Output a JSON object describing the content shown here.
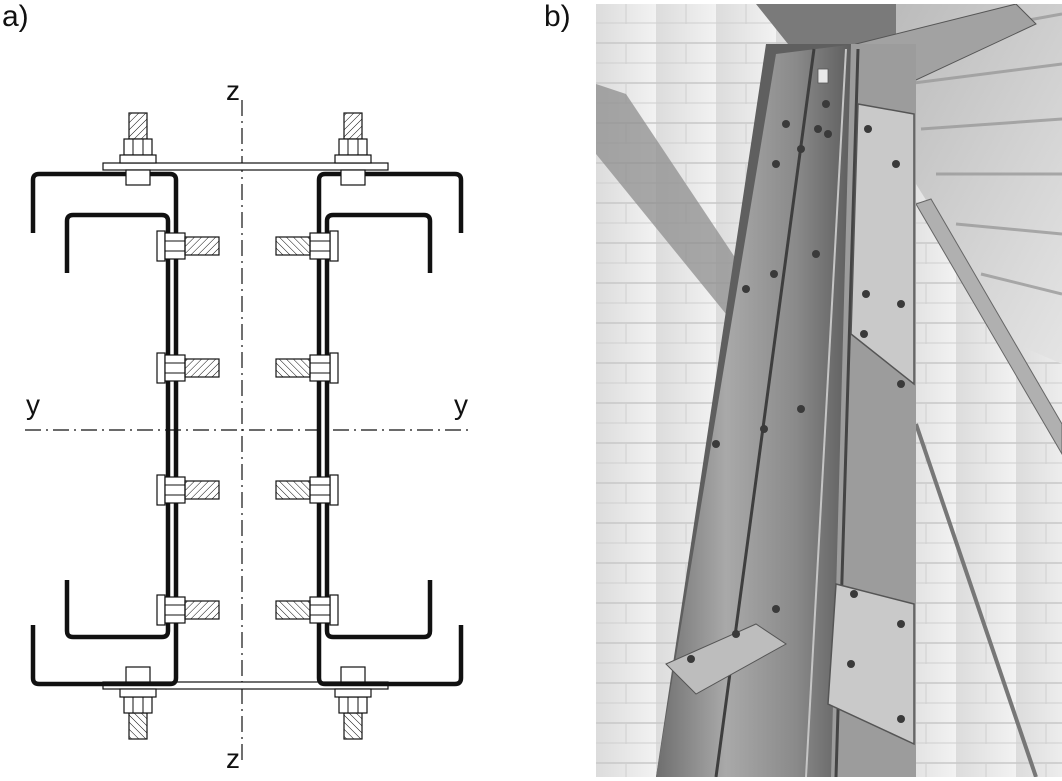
{
  "figure": {
    "panel_a": {
      "label": "a)",
      "axis_z_top": "z",
      "axis_z_bottom": "z",
      "axis_y_left": "y",
      "axis_y_right": "y"
    },
    "panel_b": {
      "label": "b)"
    }
  },
  "colors": {
    "line": "#111111",
    "photo_light": "#e8e8e8",
    "photo_mid": "#9a9a9a",
    "photo_dark": "#4a4a4a"
  }
}
